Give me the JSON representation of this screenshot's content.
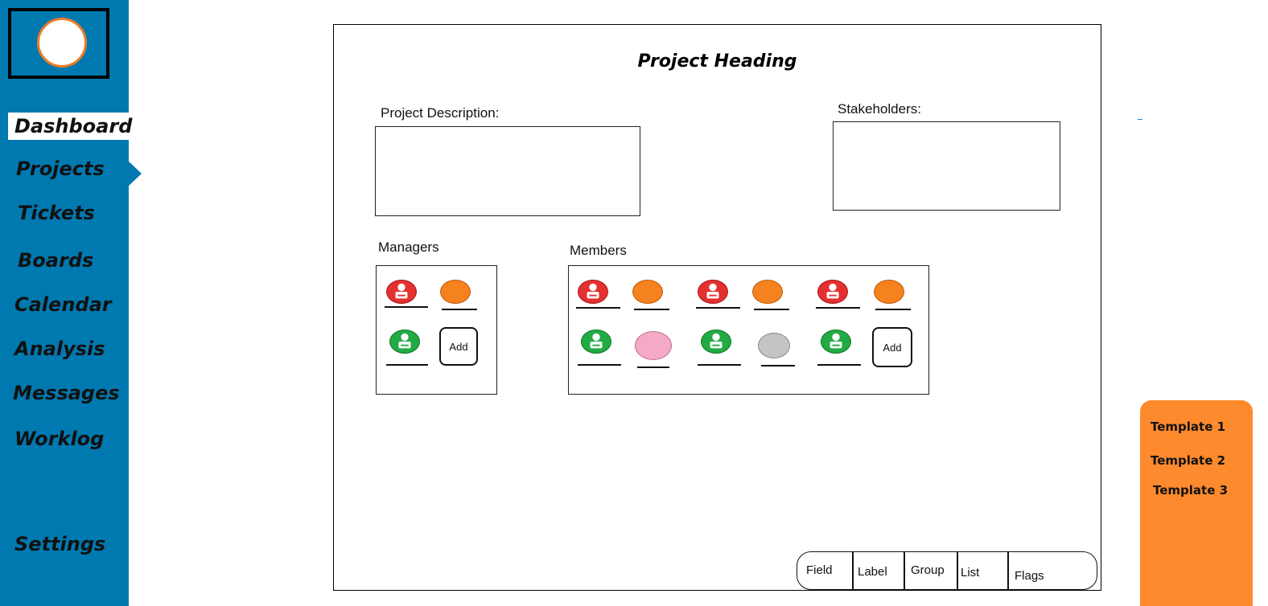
{
  "sidebar": {
    "items": [
      {
        "label": "Dashboard"
      },
      {
        "label": "Projects"
      },
      {
        "label": "Tickets"
      },
      {
        "label": "Boards"
      },
      {
        "label": "Calendar"
      },
      {
        "label": "Analysis"
      },
      {
        "label": "Messages"
      },
      {
        "label": "Worklog"
      }
    ],
    "settings_label": "Settings",
    "active_item": "Projects"
  },
  "project": {
    "heading": "Project Heading",
    "description_label": "Project Description:",
    "stakeholders_label": "Stakeholders:",
    "managers_label": "Managers",
    "members_label": "Members",
    "managers_add_label": "Add",
    "members_add_label": "Add"
  },
  "tabs": [
    "Field",
    "Label",
    "Group",
    "List",
    "Flags"
  ],
  "templates": [
    "Template 1",
    "Template 2",
    "Template 3"
  ],
  "colors": {
    "sidebar": "#0079b0",
    "template_panel": "#fe8a2e",
    "logo_ring": "#f07c24"
  }
}
